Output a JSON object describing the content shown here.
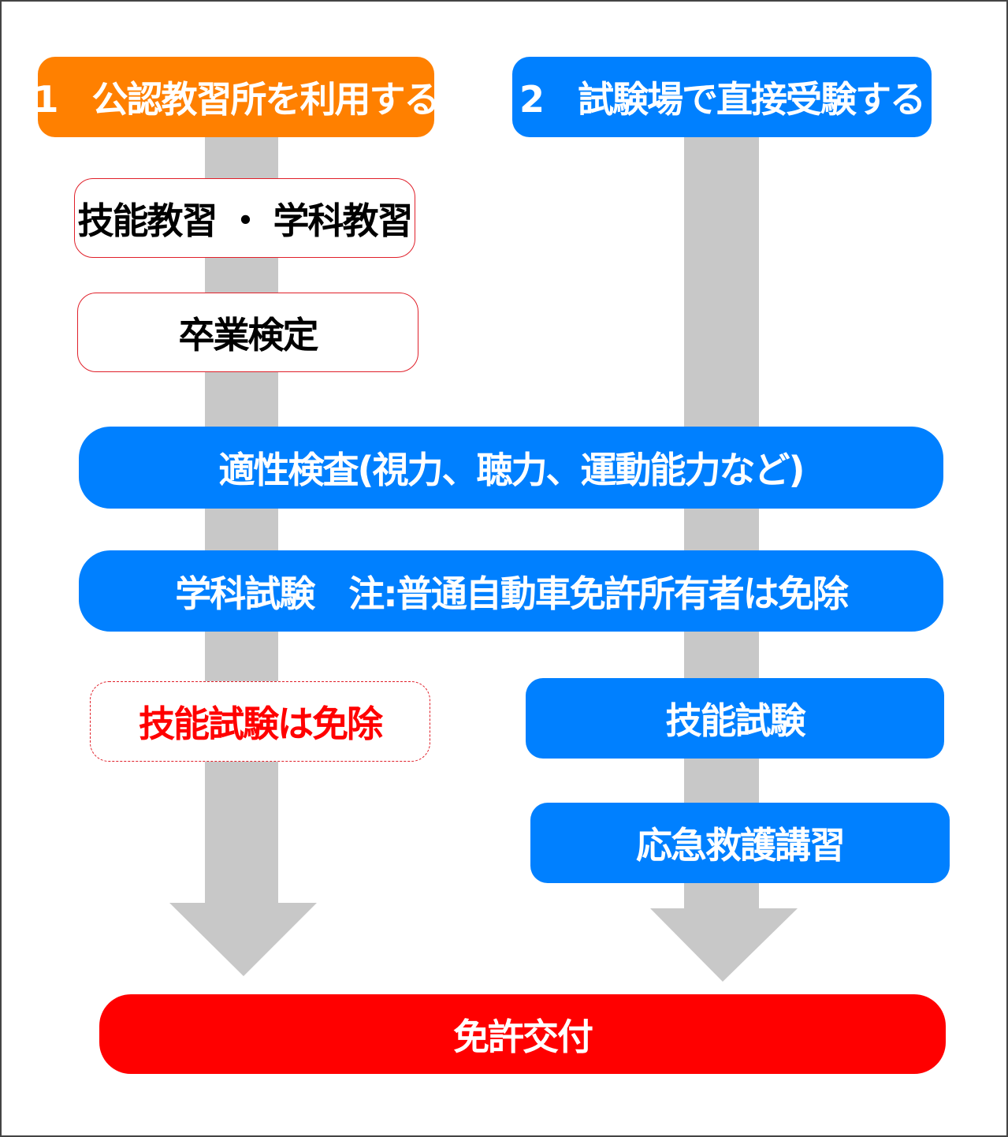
{
  "colors": {
    "orange": "#ff8000",
    "blue": "#0080ff",
    "red": "#ff0000",
    "arrow": "#c8c8c8"
  },
  "route1": {
    "title": "1　公認教習所を利用する",
    "steps": [
      "技能教習 ・ 学科教習",
      "卒業検定"
    ],
    "exempt": "技能試験は免除"
  },
  "route2": {
    "title": "2　試験場で直接受験する",
    "steps": [
      "技能試験",
      "応急救護講習"
    ]
  },
  "common": {
    "aptitude": "適性検査(視力、聴力、運動能力など)",
    "written": "学科試験　注:普通自動車免許所有者は免除"
  },
  "final": "免許交付"
}
